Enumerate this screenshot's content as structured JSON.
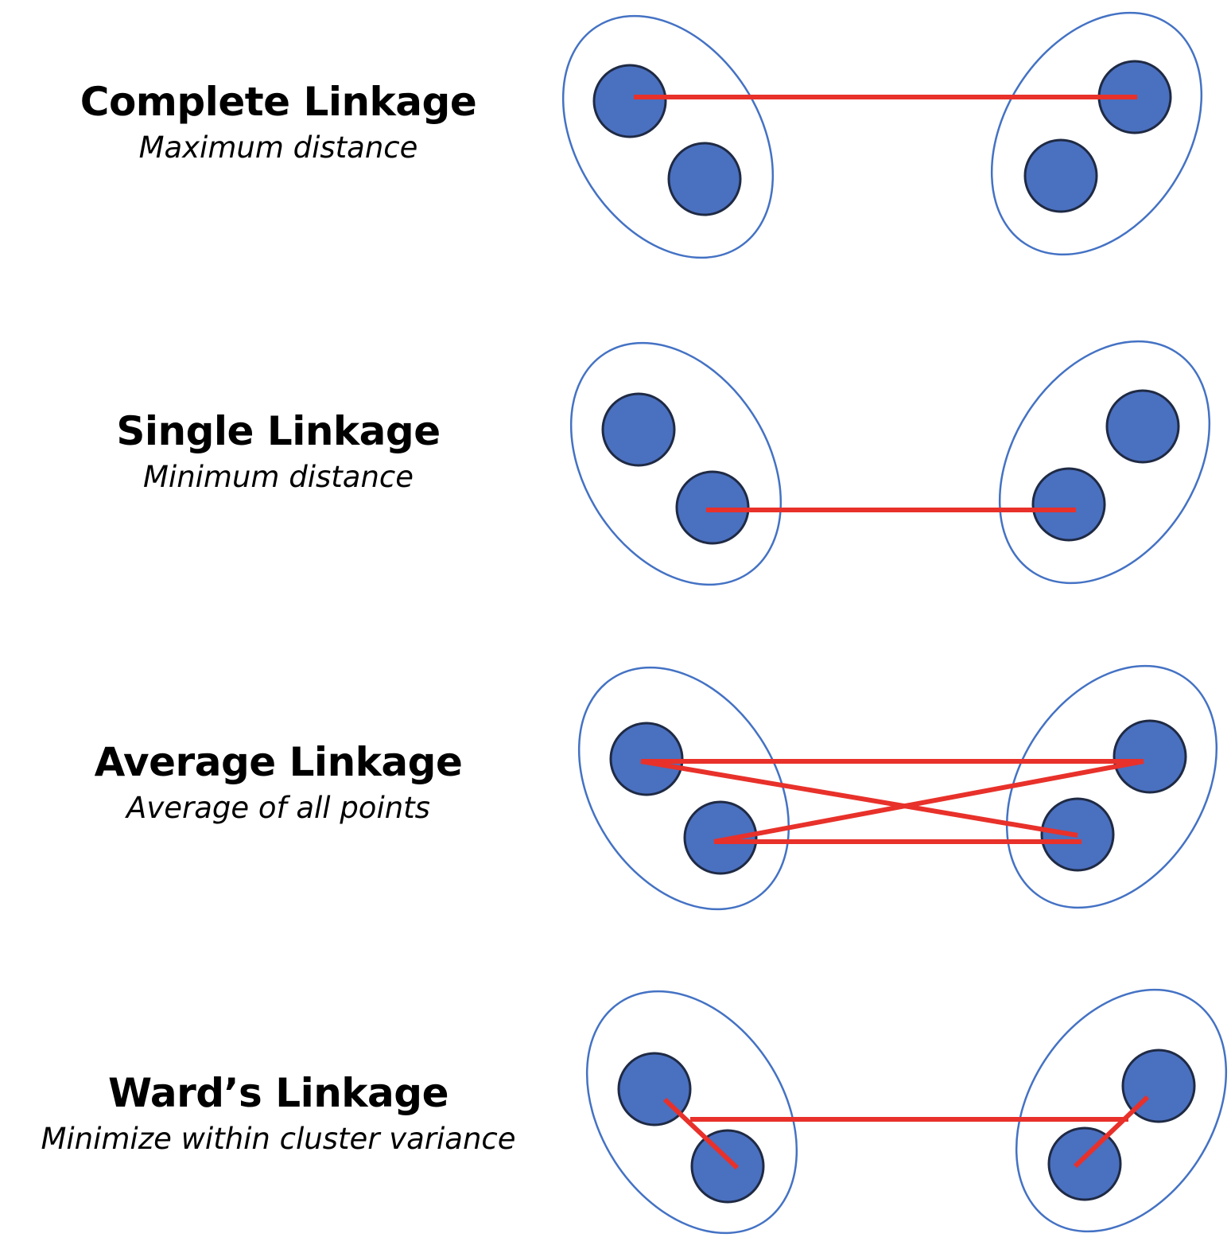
{
  "colors": {
    "cluster_outline": "#4472C4",
    "point_fill": "#4A70C0",
    "point_stroke": "#1F2A44",
    "link_line": "#E8312A",
    "title_text": "#000000"
  },
  "panels": [
    {
      "id": "complete",
      "title": "Complete Linkage",
      "subtitle": "Maximum distance",
      "link_rule": "maximum distance"
    },
    {
      "id": "single",
      "title": "Single Linkage",
      "subtitle": "Minimum distance",
      "link_rule": "minimum distance"
    },
    {
      "id": "average",
      "title": "Average Linkage",
      "subtitle": "Average of all points",
      "link_rule": "all pairs"
    },
    {
      "id": "ward",
      "title": "Ward’s Linkage",
      "subtitle": "Minimize within cluster variance",
      "link_rule": "within-cluster variance"
    }
  ]
}
